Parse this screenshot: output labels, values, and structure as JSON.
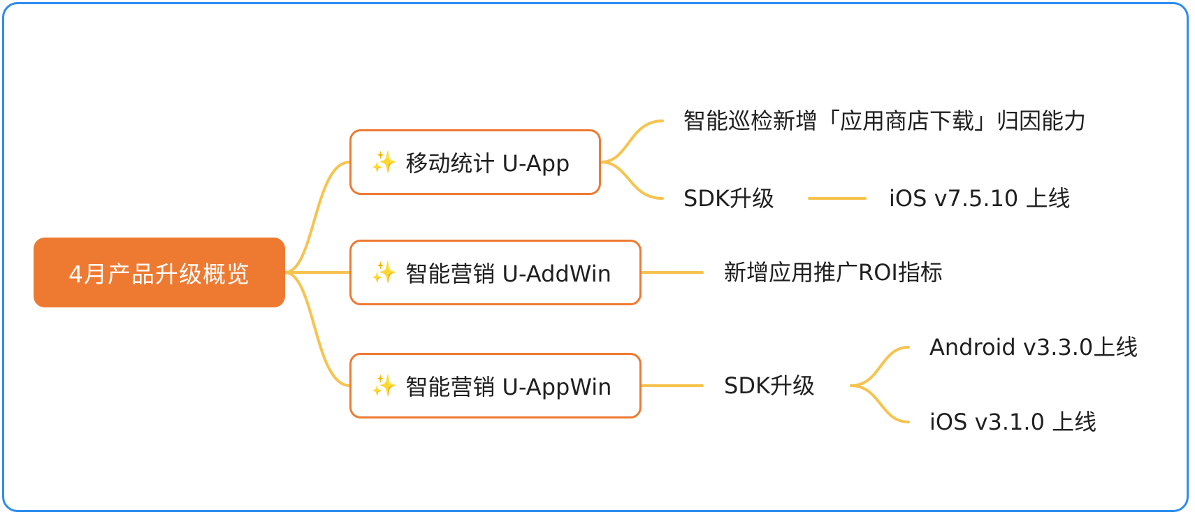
{
  "root": {
    "label": "4月产品升级概览"
  },
  "icons": {
    "branch_icon": "sparkles-icon",
    "branch_icon_glyph": "✨"
  },
  "colors": {
    "root_fill": "#ee7a32",
    "branch_border": "#ee7a32",
    "connector": "#f7c34f",
    "frame_border": "#2d8cf0"
  },
  "branches": [
    {
      "label": "移动统计 U-App",
      "children": [
        {
          "label": "智能巡检新增「应用商店下载」归因能力"
        },
        {
          "label": "SDK升级",
          "children": [
            {
              "label": "iOS v7.5.10 上线"
            }
          ]
        }
      ]
    },
    {
      "label": "智能营销 U-AddWin",
      "children": [
        {
          "label": "新增应用推广ROI指标"
        }
      ]
    },
    {
      "label": "智能营销 U-AppWin",
      "children": [
        {
          "label": "SDK升级",
          "children": [
            {
              "label": "Android v3.3.0上线"
            },
            {
              "label": "iOS v3.1.0 上线"
            }
          ]
        }
      ]
    }
  ]
}
